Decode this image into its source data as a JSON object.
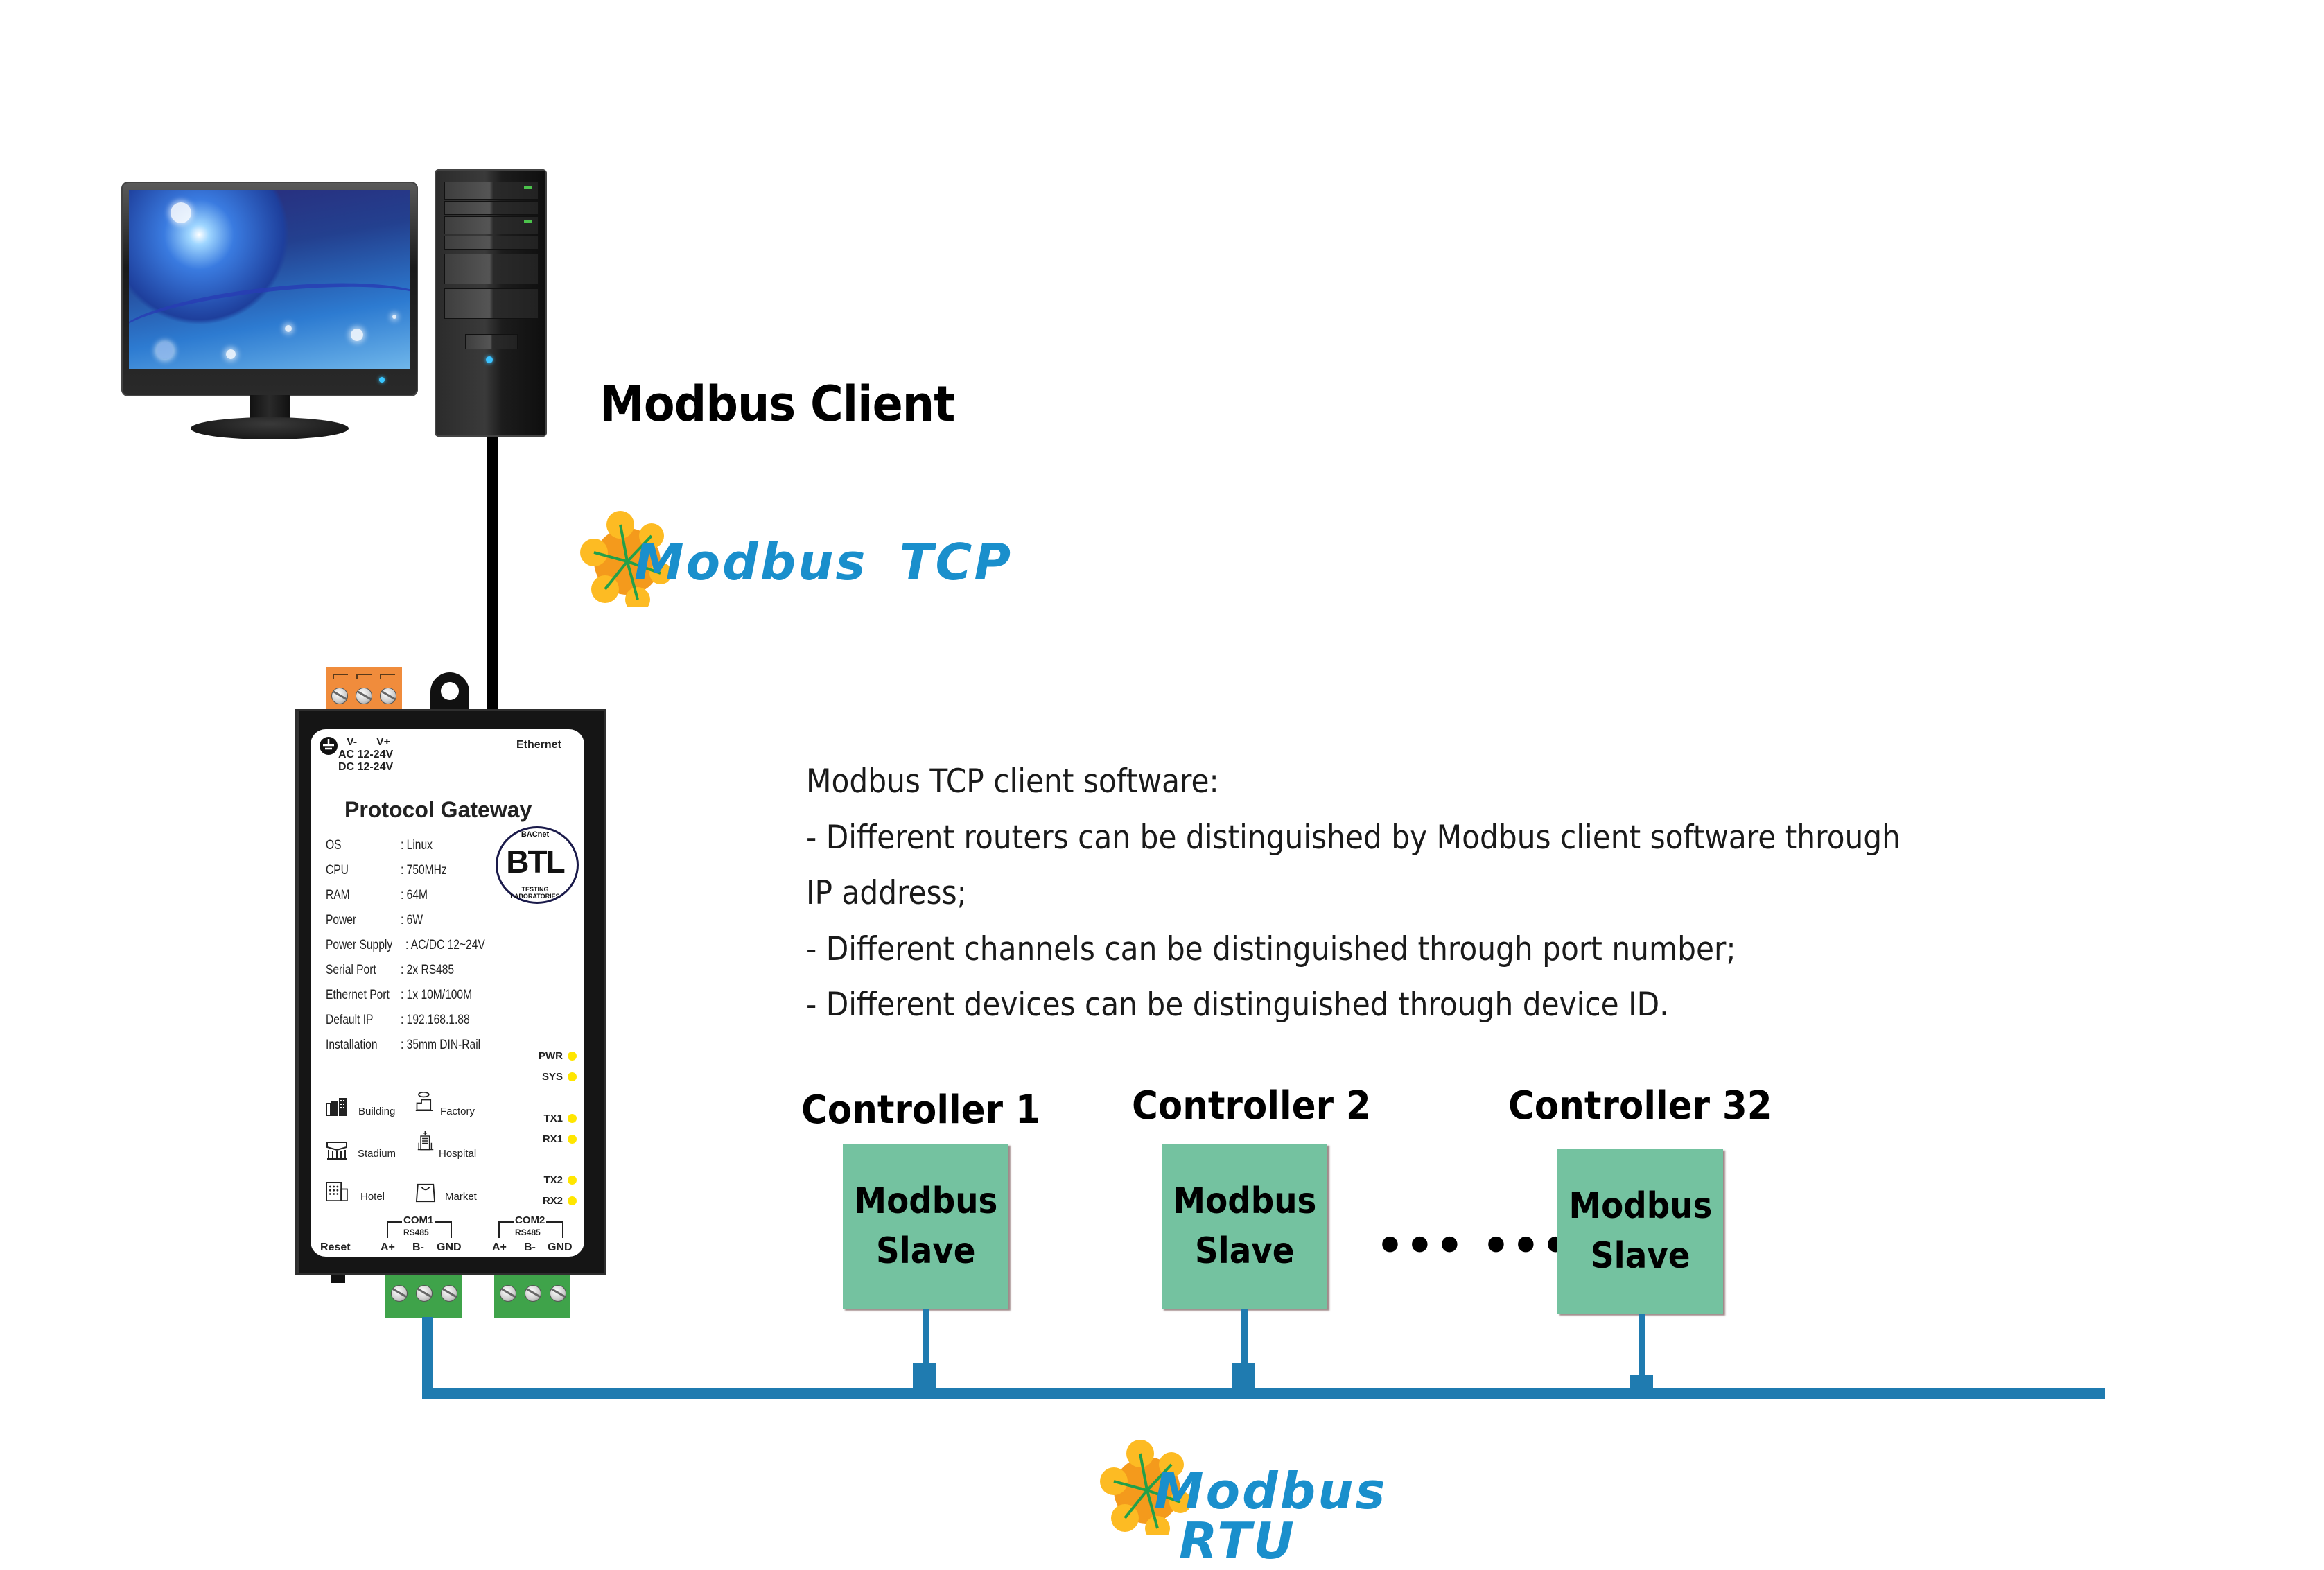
{
  "client": {
    "label": "Modbus Client",
    "icons": [
      "monitor-icon",
      "pc-tower-icon"
    ]
  },
  "protocols": {
    "tcp": {
      "word": "Modbus",
      "suffix": "TCP"
    },
    "rtu": {
      "word": "Modbus",
      "suffix": "RTU"
    },
    "brand_color": "#1a8fcc"
  },
  "gateway": {
    "title": "Protocol Gateway",
    "power_labels": {
      "v_minus": "V-",
      "v_plus": "V+",
      "ac": "AC 12-24V",
      "dc": "DC 12-24V"
    },
    "ethernet_label": "Ethernet",
    "specs": [
      {
        "key": "OS",
        "value": ": Linux"
      },
      {
        "key": "CPU",
        "value": ": 750MHz"
      },
      {
        "key": "RAM",
        "value": ": 64M"
      },
      {
        "key": "Power",
        "value": ": 6W"
      },
      {
        "key": "Power Supply",
        "value": ": AC/DC 12~24V"
      },
      {
        "key": "Serial Port",
        "value": ": 2x RS485"
      },
      {
        "key": "Ethernet Port",
        "value": ": 1x 10M/100M"
      },
      {
        "key": "Default IP",
        "value": ": 192.168.1.88"
      },
      {
        "key": "Installation",
        "value": ": 35mm DIN-Rail"
      }
    ],
    "badge": {
      "letters": "BTL",
      "top": "BACnet",
      "bottom": "TESTING LABORATORIES"
    },
    "leds": [
      {
        "label": "PWR",
        "color": "#ffe600"
      },
      {
        "label": "SYS",
        "color": "#ffe600"
      },
      {
        "label": "TX1",
        "color": "#ffe600"
      },
      {
        "label": "RX1",
        "color": "#ffe600"
      },
      {
        "label": "TX2",
        "color": "#ffe600"
      },
      {
        "label": "RX2",
        "color": "#ffe600"
      }
    ],
    "applications": [
      {
        "label": "Building",
        "icon": "building-icon"
      },
      {
        "label": "Factory",
        "icon": "factory-icon"
      },
      {
        "label": "Stadium",
        "icon": "stadium-icon"
      },
      {
        "label": "Hospital",
        "icon": "hospital-icon"
      },
      {
        "label": "Hotel",
        "icon": "hotel-icon"
      },
      {
        "label": "Market",
        "icon": "market-icon"
      }
    ],
    "ports": [
      {
        "name": "COM1",
        "type": "RS485",
        "pins": [
          "A+",
          "B-",
          "GND"
        ]
      },
      {
        "name": "COM2",
        "type": "RS485",
        "pins": [
          "A+",
          "B-",
          "GND"
        ]
      }
    ],
    "reset_label": "Reset"
  },
  "description": {
    "lines": [
      "Modbus TCP client software:",
      "- Different routers can be distinguished by Modbus client software through",
      "IP address;",
      "- Different channels can be distinguished through port number;",
      "- Different devices can be distinguished through device ID."
    ]
  },
  "controllers": [
    {
      "label": "Controller 1",
      "box_line1": "Modbus",
      "box_line2": "Slave"
    },
    {
      "label": "Controller 2",
      "box_line1": "Modbus",
      "box_line2": "Slave"
    },
    {
      "label": "Controller 32",
      "box_line1": "Modbus",
      "box_line2": "Slave"
    }
  ],
  "ellipsis": "•••  •••",
  "colors": {
    "slave_box": "#74c2a0",
    "bus": "#1f7bb0",
    "terminal_power": "#f08c3c",
    "terminal_rs485": "#3fa34a",
    "led": "#ffe600"
  }
}
